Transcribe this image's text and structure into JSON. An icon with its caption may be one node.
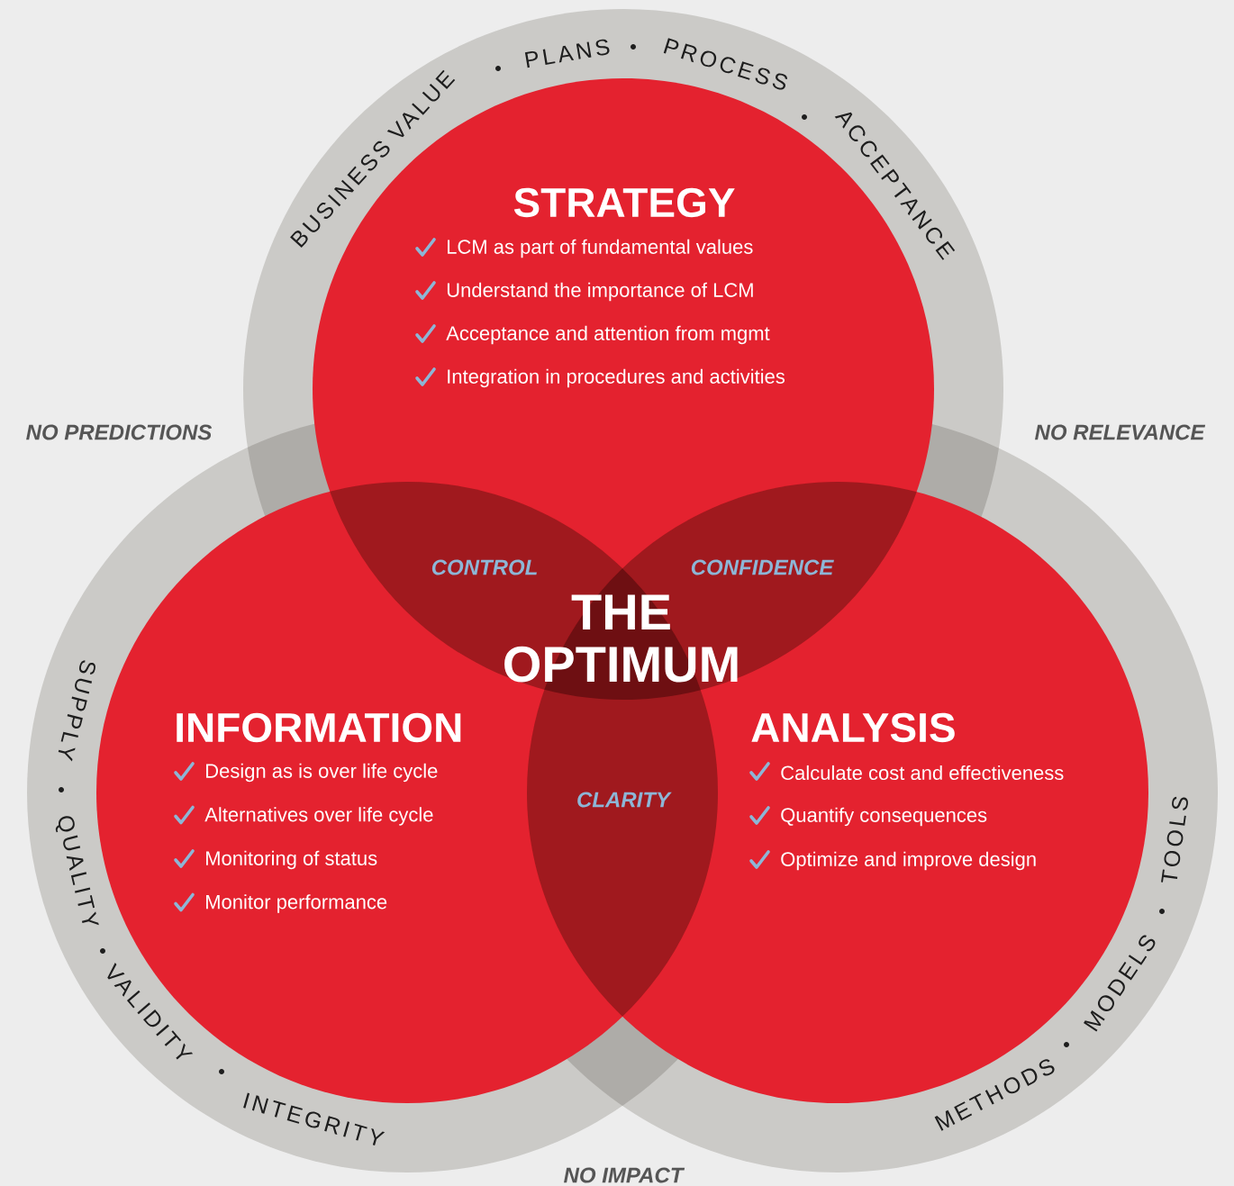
{
  "diagram": {
    "nodes": [
      {
        "text": [
          "STRATEGY",
          "LCM as part of fundamental values",
          "Understand the importance of LCM",
          "Acceptance and attention from mgmt",
          "Integration in procedures and activities"
        ]
      },
      {
        "text": [
          "INFORMATION",
          "Design as is over life cycle",
          "Alternatives over life cycle",
          "Monitoring of status",
          "Monitor performance"
        ]
      },
      {
        "text": [
          "ANALYSIS",
          "Calculate cost and effectiveness",
          "Quantify consequences",
          "Optimize and improve design"
        ]
      }
    ],
    "labels": [
      "BUSINESS VALUE",
      "PLANS",
      "PROCESS",
      "ACCEPTANCE",
      "NO PREDICTIONS",
      "NO RELEVANCE",
      "CONTROL",
      "CONFIDENCE",
      "THE OPTIMUM",
      "CLARITY",
      "SUPPLY",
      "QUALITY",
      "VALIDITY",
      "INTEGRITY",
      "METHODS",
      "MODELS",
      "TOOLS",
      "NO IMPACT"
    ]
  }
}
